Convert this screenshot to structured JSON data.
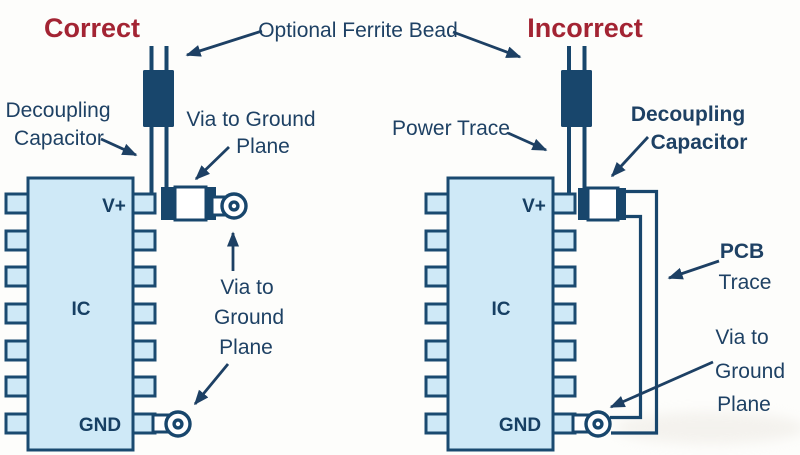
{
  "colors": {
    "navy_shapes": "#18466c",
    "navy_text": "#1e4164",
    "red_heading": "#a32433",
    "ic_fill": "#cfe9f7",
    "background": "#fdfdfb"
  },
  "headings": {
    "correct": "Correct",
    "incorrect": "Incorrect"
  },
  "shared": {
    "ferrite_bead_label": "Optional Ferrite Bead"
  },
  "left_diagram": {
    "decoupling_capacitor": {
      "line1": "Decoupling",
      "line2": "Capacitor"
    },
    "via_to_ground_top": {
      "line1": "Via to Ground",
      "line2": "Plane"
    },
    "via_to_ground_bottom": {
      "line1": "Via to",
      "line2": "Ground",
      "line3": "Plane"
    },
    "ic": {
      "vplus": "V+",
      "name": "IC",
      "gnd": "GND"
    }
  },
  "right_diagram": {
    "power_trace": "Power Trace",
    "decoupling_capacitor": {
      "line1": "Decoupling",
      "line2": "Capacitor"
    },
    "pcb_trace": {
      "line1": "PCB",
      "line2": "Trace"
    },
    "via_to_ground": {
      "line1": "Via to",
      "line2": "Ground",
      "line3": "Plane"
    },
    "ic": {
      "vplus": "V+",
      "name": "IC",
      "gnd": "GND"
    }
  }
}
